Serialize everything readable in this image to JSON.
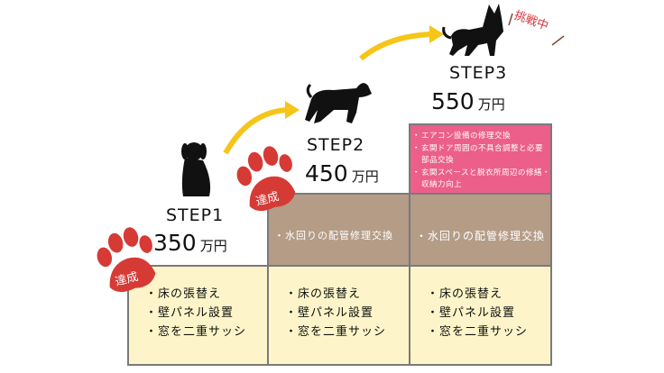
{
  "steps": [
    {
      "label": "STEP1",
      "price": "350",
      "unit": "万円",
      "badge": "達成",
      "items": [
        "床の張替え",
        "壁パネル設置",
        "窓を二重サッシ"
      ]
    },
    {
      "label": "STEP2",
      "price": "450",
      "unit": "万円",
      "badge": "達成",
      "items": [
        "床の張替え",
        "壁パネル設置",
        "窓を二重サッシ"
      ],
      "mid_item": "水回りの配管修理交換"
    },
    {
      "label": "STEP3",
      "price": "550",
      "unit": "万円",
      "badge": "挑戦中",
      "items": [
        "床の張替え",
        "壁パネル設置",
        "窓を二重サッシ"
      ],
      "mid_item": "水回りの配管修理交換",
      "top_items": [
        "エアコン設備の修理交換",
        "玄関ドア周囲の不具合調整と必要部品交換",
        "玄関スペースと脱衣所周辺の修繕・収納力向上"
      ]
    }
  ],
  "colors": {
    "pink": "#ec5f8a",
    "brown": "#b49c87",
    "yellow": "#fdf5c9",
    "paw": "#d63a35",
    "arrow": "#f5c518"
  }
}
